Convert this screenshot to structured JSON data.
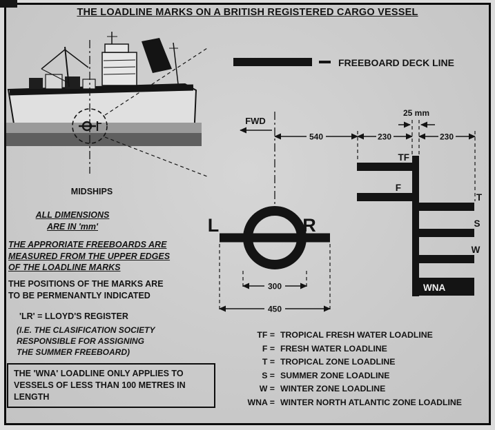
{
  "title": "THE LOADLINE MARKS ON A BRITISH REGISTERED CARGO VESSEL",
  "colors": {
    "ink": "#141414",
    "paper": "#cbcbcb",
    "sea_light": "#9a9a9a",
    "sea_dark": "#5f5f5f"
  },
  "ship": {
    "midships_label": "MIDSHIPS"
  },
  "diagram": {
    "freeboard_deck_line_label": "FREEBOARD DECK LINE",
    "fwd_label": "FWD",
    "ring": {
      "left_letter": "L",
      "right_letter": "R"
    },
    "dimensions": {
      "center_to_marks": "540",
      "left_bar_length": "230",
      "right_bar_length": "230",
      "bar_thickness": "25 mm",
      "ring_inner_diameter": "300",
      "ring_bar_length": "450"
    },
    "loadlines": {
      "tf": "TF",
      "f": "F",
      "t": "T",
      "s": "S",
      "w": "W",
      "wna": "WNA"
    }
  },
  "notes": {
    "all_dimensions": {
      "lines": [
        "ALL DIMENSIONS",
        "ARE IN 'mm'"
      ]
    },
    "freeboards": {
      "lines": [
        "THE APPRORIATE FREEBOARDS ARE",
        "MEASURED FROM THE UPPER EDGES",
        "OF THE LOADLINE MARKS"
      ]
    },
    "positions": {
      "lines": [
        "THE POSITIONS OF THE MARKS ARE",
        "TO BE PERMENANTLY INDICATED"
      ]
    },
    "lloyds": "'LR' = LLOYD'S REGISTER",
    "lloyds_note": {
      "lines": [
        "(I.E. THE CLASIFICATION SOCIETY",
        "RESPONSIBLE FOR ASSIGNING",
        "THE SUMMER FREEBOARD)"
      ]
    },
    "wna_box": {
      "lines": [
        "THE 'WNA' LOADLINE ONLY APPLIES TO",
        "VESSELS OF LESS THAN 100 METRES IN",
        "LENGTH"
      ]
    }
  },
  "legend": {
    "rows": [
      {
        "abbr": "TF =",
        "text": "TROPICAL FRESH WATER LOADLINE"
      },
      {
        "abbr": "F =",
        "text": "FRESH WATER LOADLINE"
      },
      {
        "abbr": "T =",
        "text": "TROPICAL ZONE LOADLINE"
      },
      {
        "abbr": "S =",
        "text": "SUMMER ZONE LOADLINE"
      },
      {
        "abbr": "W =",
        "text": "WINTER ZONE LOADLINE"
      },
      {
        "abbr": "WNA =",
        "text": "WINTER NORTH ATLANTIC ZONE LOADLINE"
      }
    ]
  }
}
